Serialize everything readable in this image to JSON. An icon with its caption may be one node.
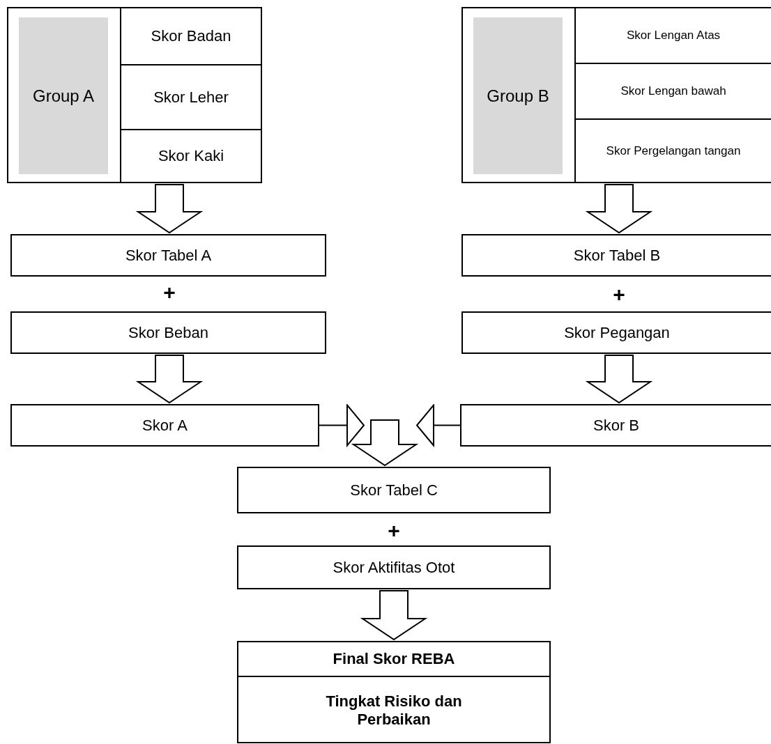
{
  "diagram": {
    "nodes": [
      {
        "text": [
          "Group A"
        ]
      },
      {
        "text": [
          "Skor Badan"
        ],
        "in": 0
      },
      {
        "text": [
          "Skor Leher"
        ],
        "in": 0
      },
      {
        "text": [
          "Skor Kaki"
        ],
        "in": 0
      },
      {
        "text": [
          "Group B"
        ]
      },
      {
        "text": [
          "Skor Lengan Atas"
        ],
        "in": 4
      },
      {
        "text": [
          "Skor Lengan bawah"
        ],
        "in": 4
      },
      {
        "text": [
          "Skor Pergelangan tangan"
        ],
        "in": 4
      },
      {
        "text": [
          "Skor Tabel A"
        ]
      },
      {
        "text": [
          "Skor Beban"
        ]
      },
      {
        "text": [
          "Skor A"
        ]
      },
      {
        "text": [
          "Skor Tabel B"
        ]
      },
      {
        "text": [
          "Skor Pegangan"
        ]
      },
      {
        "text": [
          "Skor B"
        ]
      },
      {
        "text": [
          "Skor Tabel C"
        ]
      },
      {
        "text": [
          "Skor Aktifitas Otot"
        ]
      },
      {
        "text": [
          "Final Skor REBA",
          "Tingkat Risiko dan Perbaikan"
        ]
      }
    ],
    "edges": [
      {
        "from": 0,
        "to": 8,
        "arrow": "to"
      },
      {
        "from": 4,
        "to": 11,
        "arrow": "to"
      },
      {
        "from": 9,
        "to": 10,
        "arrow": "to"
      },
      {
        "from": 12,
        "to": 13,
        "arrow": "to"
      },
      {
        "from": 10,
        "to": 14,
        "arrow": "to"
      },
      {
        "from": 13,
        "to": 14,
        "arrow": "to"
      },
      {
        "from": 15,
        "to": 16,
        "arrow": "to"
      }
    ],
    "labels": [
      "+",
      "+",
      "+"
    ]
  }
}
